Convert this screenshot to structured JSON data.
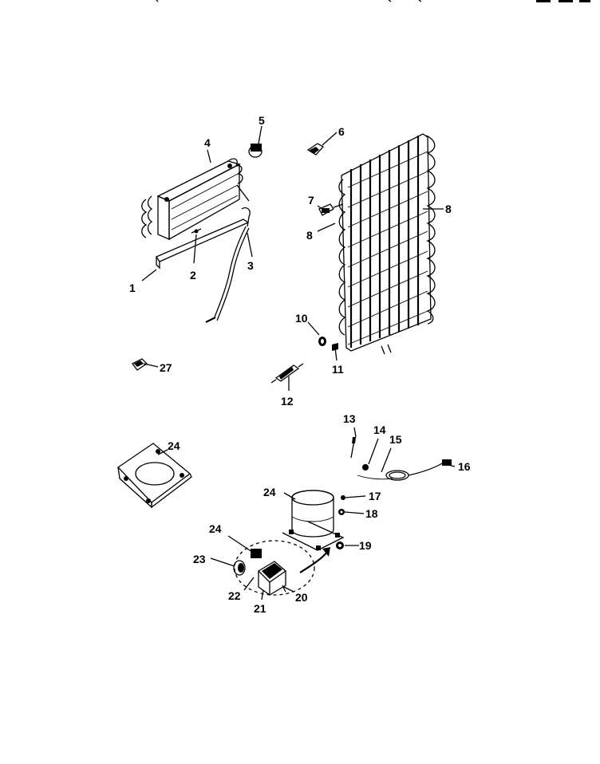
{
  "callouts": [
    "1",
    "2",
    "3",
    "4",
    "5",
    "6",
    "7",
    "8",
    "8",
    "10",
    "11",
    "12",
    "13",
    "14",
    "15",
    "16",
    "17",
    "18",
    "19",
    "20",
    "21",
    "22",
    "23",
    "24",
    "24",
    "24",
    "27"
  ]
}
